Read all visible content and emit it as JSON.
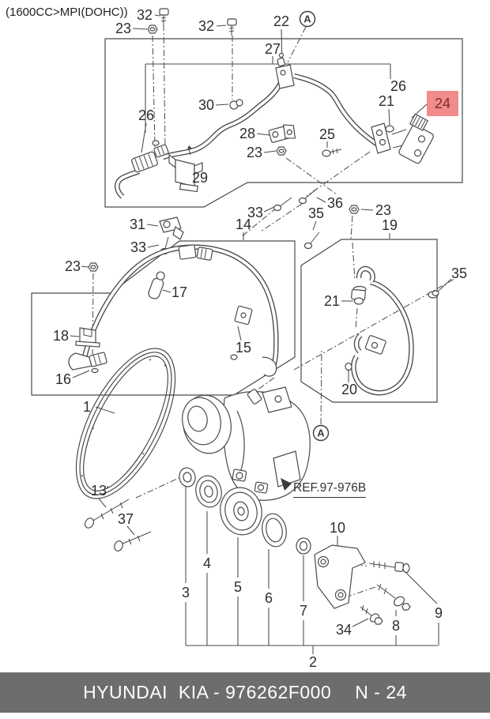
{
  "title": "(1600CC>MPI(DOHC))",
  "marker": {
    "a": "A"
  },
  "ref": {
    "label": "REF.97-976B"
  },
  "highlight": {
    "label": "24",
    "bg_color": "#f28c8a",
    "text_color": "#7c2a2a"
  },
  "callouts": {
    "n1": "1",
    "n2": "2",
    "n3": "3",
    "n4": "4",
    "n5": "5",
    "n6": "6",
    "n7": "7",
    "n8": "8",
    "n9": "9",
    "n10": "10",
    "n13": "13",
    "n14": "14",
    "n15": "15",
    "n16": "16",
    "n17": "17",
    "n18": "18",
    "n19": "19",
    "n20": "20",
    "n21": "21",
    "n22": "22",
    "n23": "23",
    "n25": "25",
    "n26": "26",
    "n27": "27",
    "n28": "28",
    "n29": "29",
    "n30": "30",
    "n31": "31",
    "n32": "32",
    "n33": "33",
    "n34": "34",
    "n35": "35",
    "n36": "36",
    "n37": "37"
  },
  "footer": {
    "catalog": "HYUNDAI  KIA - 976262F000",
    "page": "N - 24"
  },
  "colors": {
    "line": "#4a4a4a",
    "footer_bg": "#6d6d6d"
  }
}
